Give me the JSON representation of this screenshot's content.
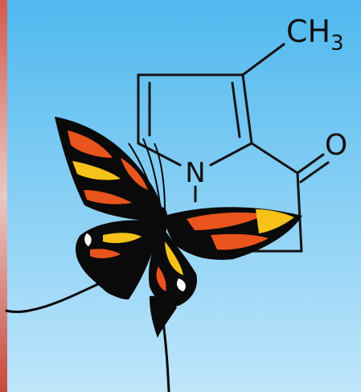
{
  "molecule": {
    "methyl_group_label": "CH",
    "methyl_subscript": "3",
    "nitrogen_label": "N",
    "oxygen_label": "O"
  },
  "colors": {
    "sky_top": "#4fb8ee",
    "sky_bottom": "#bfe6fb",
    "bond": "#141414",
    "wing_black": "#0a0a0a",
    "wing_orange": "#e8541c",
    "wing_yellow": "#f6c21a",
    "wing_white": "#ffffff",
    "edge_red": "#c8473d",
    "edge_light": "#e8c9c3"
  }
}
